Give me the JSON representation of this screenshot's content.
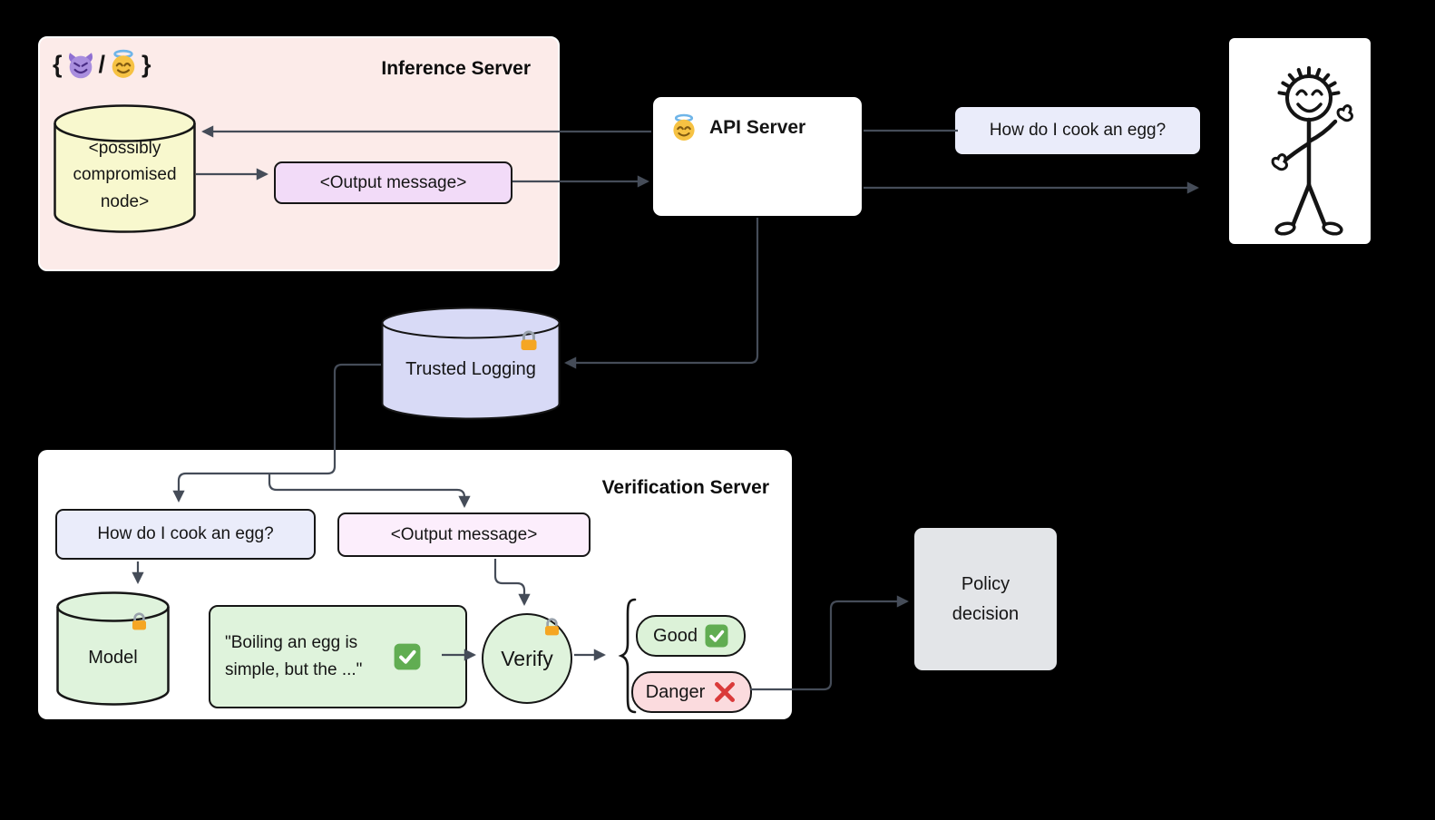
{
  "inference_server": {
    "title": "Inference Server",
    "tenancy": {
      "open_brace": "{",
      "slash": "/",
      "close_brace": "}",
      "icons": [
        "devil-emoji",
        "angel-emoji"
      ]
    },
    "node_label": "<possibly compromised node>",
    "output_message_label": "<Output message>"
  },
  "api_server": {
    "title": "API Server",
    "icon": "angel-emoji"
  },
  "user": {
    "question_label": "How do I cook an egg?",
    "figure": "waving-person-icon"
  },
  "trusted_logging": {
    "label": "Trusted Logging",
    "icon": "lock-icon"
  },
  "verification_server": {
    "title": "Verification Server",
    "question_label": "How do I cook an egg?",
    "output_message_label": "<Output message>",
    "model_label": "Model",
    "model_icon": "lock-icon",
    "generation_text": "\"Boiling an egg is simple, but the ...\"",
    "generation_icon": "check-icon",
    "verify_label": "Verify",
    "verify_icon": "lock-icon",
    "outcomes": [
      {
        "label": "Good",
        "icon": "check-icon"
      },
      {
        "label": "Danger",
        "icon": "cross-icon"
      }
    ]
  },
  "policy_decision": {
    "label": "Policy decision"
  },
  "icons": {
    "devil-emoji": "😈",
    "angel-emoji": "😇",
    "lock-icon": "🔒",
    "check-icon": "✅",
    "cross-icon": "❌"
  },
  "colors": {
    "background": "#000000",
    "connector": "#454c58",
    "inference_fill": "#fcebe9",
    "node_fill": "#f8f8ce",
    "output_message_fill": "#f2dbf8",
    "question_fill": "#eaecfa",
    "trusted_logging_fill": "#d8daf6",
    "verification_output_fill": "#fceefc",
    "model_fill": "#dff3dc",
    "good_fill": "#dcf2d8",
    "danger_fill": "#fbdbde",
    "policy_fill": "#e3e5e8",
    "lock_body": "#f5a623",
    "check_green": "#61ad52",
    "cross_red": "#da3a3a"
  }
}
